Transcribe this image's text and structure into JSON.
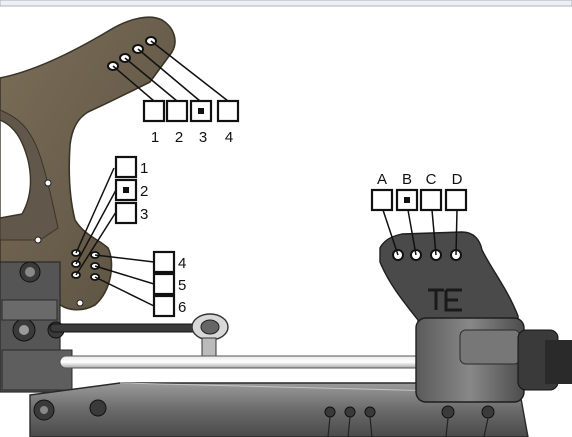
{
  "diagram": {
    "shock_tower_holes": [
      "1",
      "2",
      "3",
      "4"
    ],
    "shock_tower_selected": "3",
    "bulkhead_upper_holes": [
      "1",
      "2",
      "3"
    ],
    "bulkhead_upper_selected": "2",
    "bulkhead_lower_holes": [
      "4",
      "5",
      "6"
    ],
    "knuckle_holes": [
      "A",
      "B",
      "C",
      "D"
    ],
    "knuckle_selected": "B",
    "colors": {
      "carbon_plate": "#6d6250",
      "carbon_dark": "#4a4234",
      "molded_part": "#4a4a4a",
      "molded_light": "#777777",
      "marker": "#111111"
    }
  }
}
